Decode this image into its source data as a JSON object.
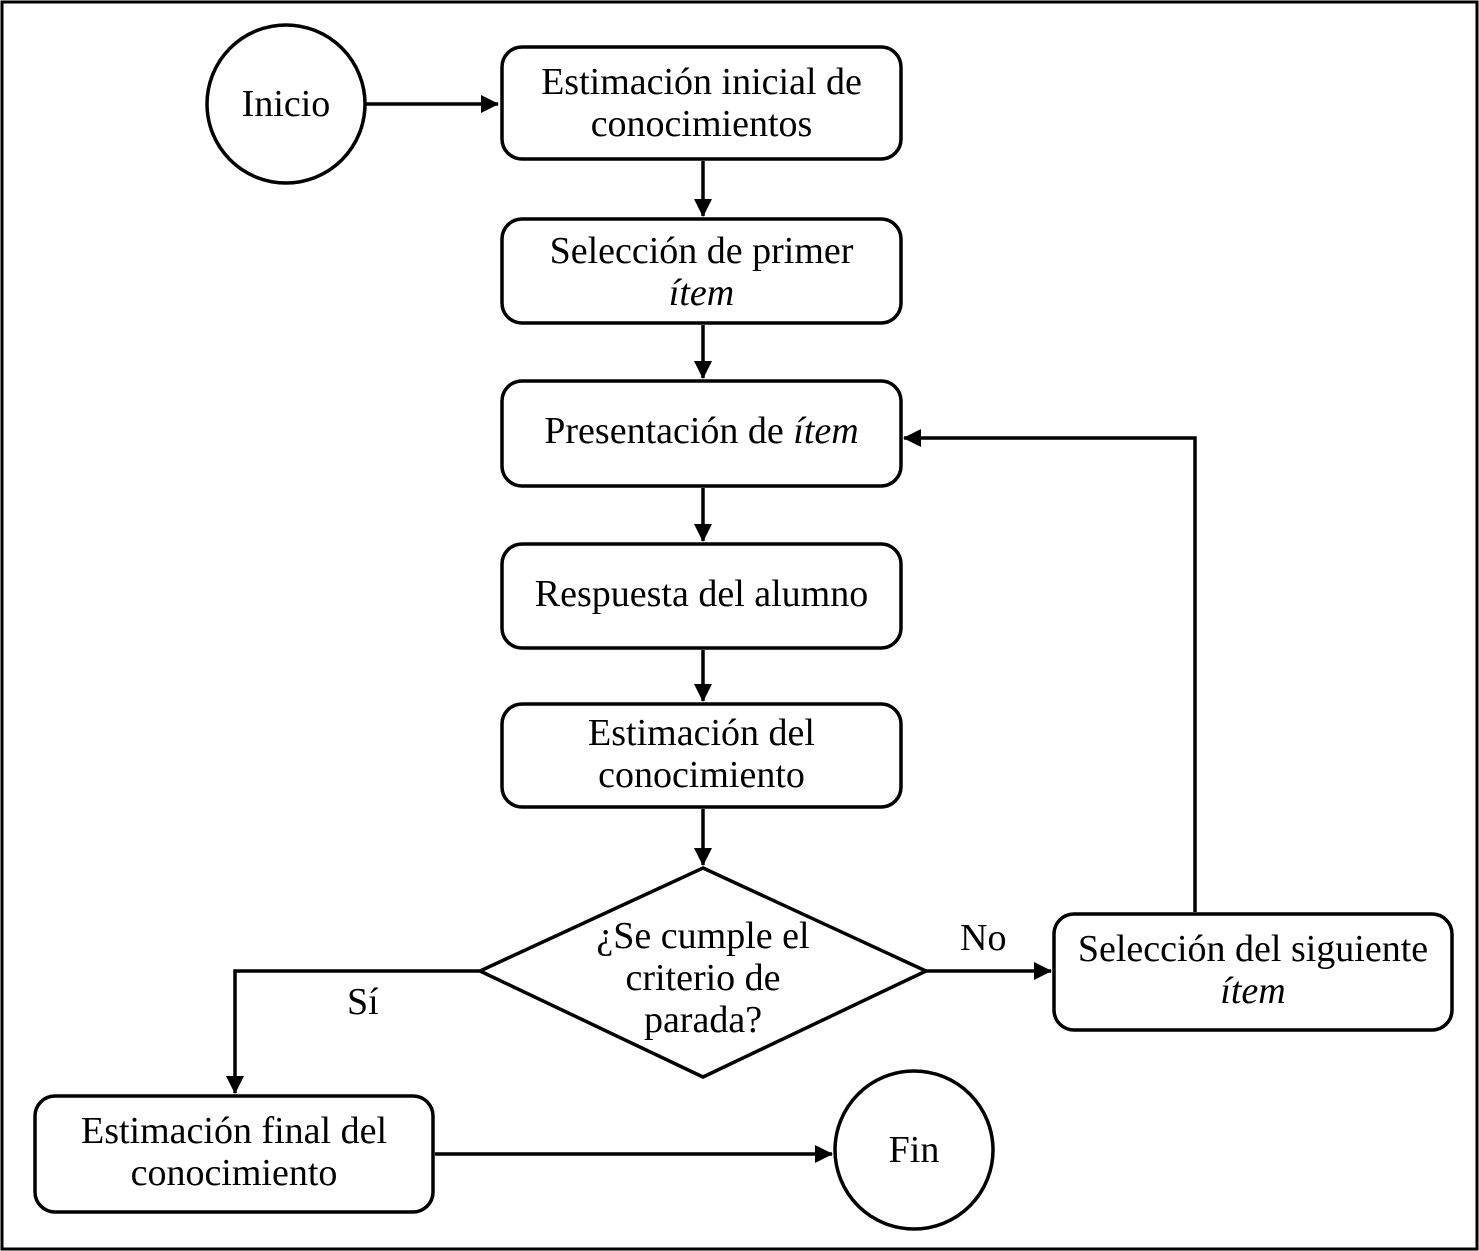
{
  "nodes": {
    "start": {
      "text": "Inicio"
    },
    "initial_estimation": {
      "line1": "Estimación inicial de",
      "line2": "conocimientos"
    },
    "first_item": {
      "line1": "Selección de primer",
      "line2": "ítem"
    },
    "present_item": {
      "text": "Presentación de",
      "italic": "ítem"
    },
    "response": {
      "text": "Respuesta del alumno"
    },
    "knowledge_estimation": {
      "line1": "Estimación del",
      "line2": "conocimiento"
    },
    "decision": {
      "line1": "¿Se cumple el",
      "line2": "criterio de",
      "line3": "parada?"
    },
    "next_item": {
      "line1": "Selección del siguiente",
      "line2": "ítem"
    },
    "final_estimation": {
      "line1": "Estimación final del",
      "line2": "conocimiento"
    },
    "end": {
      "text": "Fin"
    }
  },
  "edge_labels": {
    "yes": "Sí",
    "no": "No"
  },
  "colors": {
    "stroke": "#000000",
    "background": "#ffffff"
  }
}
